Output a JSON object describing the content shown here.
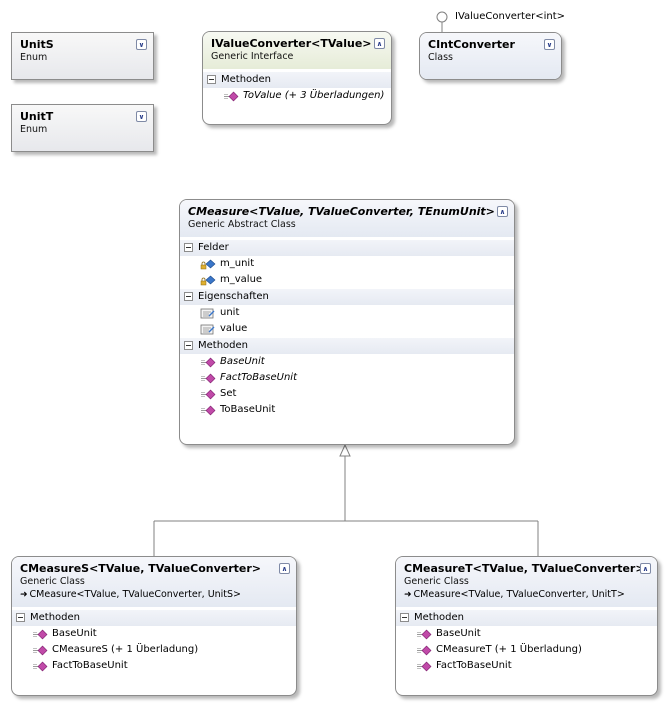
{
  "interface_lollipop": {
    "label": "IValueConverter<int>"
  },
  "shapes": {
    "units": {
      "name": "UnitS",
      "stereotype": "Enum"
    },
    "unitt": {
      "name": "UnitT",
      "stereotype": "Enum"
    },
    "ivalueconverter": {
      "name": "IValueConverter",
      "tparams": "<TValue>",
      "stereotype": "Generic Interface",
      "sections": [
        {
          "title": "Methoden",
          "members": [
            {
              "label": "ToValue (+ 3 Überladungen)",
              "italic": true,
              "icon": "method-icon"
            }
          ]
        }
      ]
    },
    "cintconverter": {
      "name": "CIntConverter",
      "stereotype": "Class"
    },
    "cmeasure": {
      "name": "CMeasure",
      "tparams": "<TValue, TValueConverter, TEnumUnit>",
      "stereotype": "Generic Abstract Class",
      "sections": [
        {
          "title": "Felder",
          "members": [
            {
              "label": "m_unit",
              "icon": "field-icon"
            },
            {
              "label": "m_value",
              "icon": "field-icon"
            }
          ]
        },
        {
          "title": "Eigenschaften",
          "members": [
            {
              "label": "unit",
              "icon": "property-icon"
            },
            {
              "label": "value",
              "icon": "property-icon"
            }
          ]
        },
        {
          "title": "Methoden",
          "members": [
            {
              "label": "BaseUnit",
              "italic": true,
              "icon": "method-icon"
            },
            {
              "label": "FactToBaseUnit",
              "italic": true,
              "icon": "method-icon"
            },
            {
              "label": "Set",
              "icon": "method-icon"
            },
            {
              "label": "ToBaseUnit",
              "icon": "method-icon"
            }
          ]
        }
      ]
    },
    "cmeasures": {
      "name": "CMeasureS",
      "tparams": "<TValue, TValueConverter>",
      "stereotype": "Generic Class",
      "base": "CMeasure<TValue, TValueConverter, UnitS>",
      "sections": [
        {
          "title": "Methoden",
          "members": [
            {
              "label": "BaseUnit",
              "icon": "method-icon"
            },
            {
              "label": "CMeasureS (+ 1 Überladung)",
              "icon": "method-icon"
            },
            {
              "label": "FactToBaseUnit",
              "icon": "method-icon"
            }
          ]
        }
      ]
    },
    "cmeasuret": {
      "name": "CMeasureT",
      "tparams": "<TValue, TValueConverter>",
      "stereotype": "Generic Class",
      "base": "CMeasure<TValue, TValueConverter, UnitT>",
      "sections": [
        {
          "title": "Methoden",
          "members": [
            {
              "label": "BaseUnit",
              "icon": "method-icon"
            },
            {
              "label": "CMeasureT (+ 1 Überladung)",
              "icon": "method-icon"
            },
            {
              "label": "FactToBaseUnit",
              "icon": "method-icon"
            }
          ]
        }
      ]
    }
  },
  "colors": {
    "border": "#8c8c8c",
    "method_icon": "#c04aa8",
    "field_icon": "#3a76c9",
    "connector": "#808080"
  }
}
